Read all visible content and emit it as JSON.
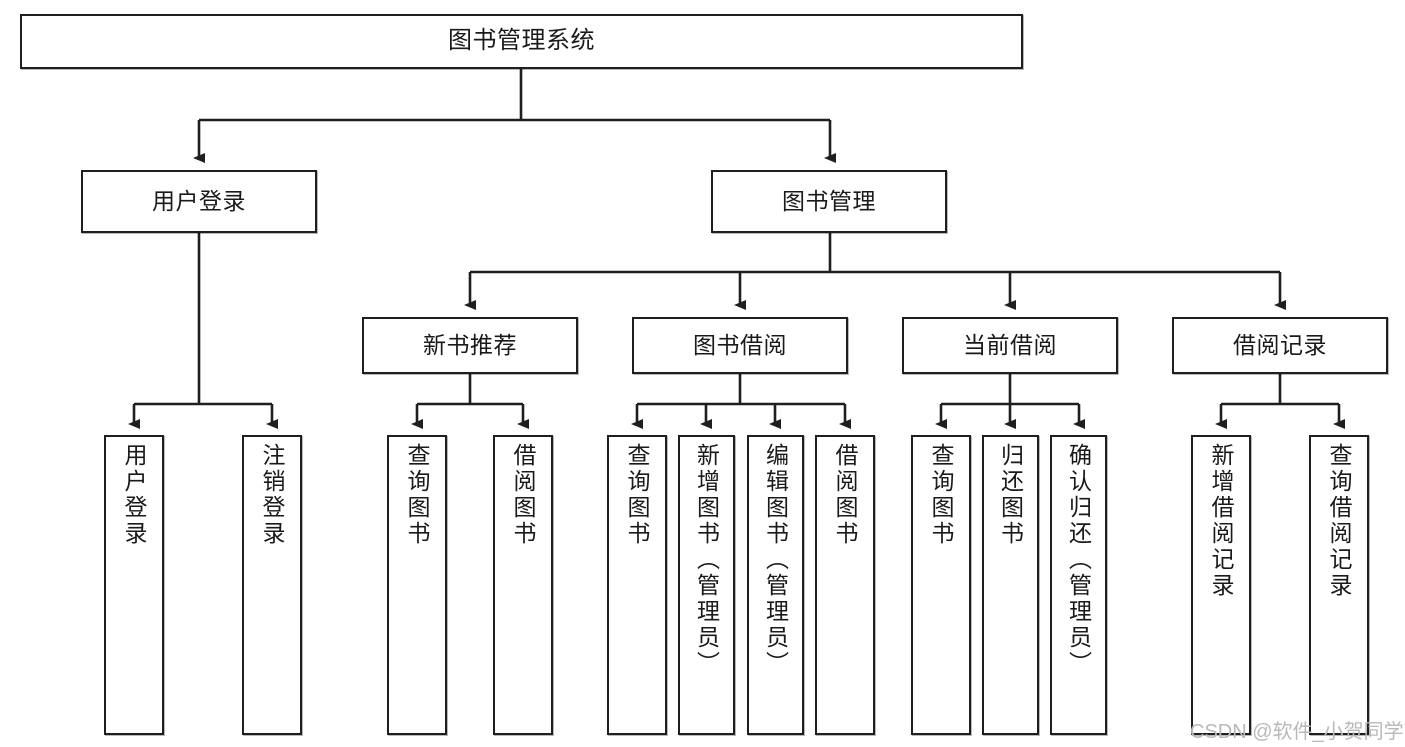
{
  "diagram": {
    "title": "图书管理系统",
    "type": "tree-hierarchy-diagram",
    "root": {
      "label": "图书管理系统"
    },
    "level2": [
      {
        "label": "用户登录"
      },
      {
        "label": "图书管理"
      }
    ],
    "level3": [
      {
        "label": "新书推荐"
      },
      {
        "label": "图书借阅"
      },
      {
        "label": "当前借阅"
      },
      {
        "label": "借阅记录"
      }
    ],
    "leaves": {
      "user_login": [
        {
          "label": "用户登录"
        },
        {
          "label": "注销登录"
        }
      ],
      "new_book_recommend": [
        {
          "label": "查询图书"
        },
        {
          "label": "借阅图书"
        }
      ],
      "book_borrow": [
        {
          "label": "查询图书"
        },
        {
          "label": "新增图书（管理员）"
        },
        {
          "label": "编辑图书（管理员）"
        },
        {
          "label": "借阅图书"
        }
      ],
      "current_borrow": [
        {
          "label": "查询图书"
        },
        {
          "label": "归还图书"
        },
        {
          "label": "确认归还（管理员）"
        }
      ],
      "borrow_record": [
        {
          "label": "新增借阅记录"
        },
        {
          "label": "查询借阅记录"
        }
      ]
    }
  },
  "watermark": {
    "text": "CSDN @软件_小贺同学"
  },
  "colors": {
    "stroke": "#1f1f1f",
    "background": "#ffffff",
    "text": "#1a1a1a",
    "watermark": "#b9b9b9"
  }
}
